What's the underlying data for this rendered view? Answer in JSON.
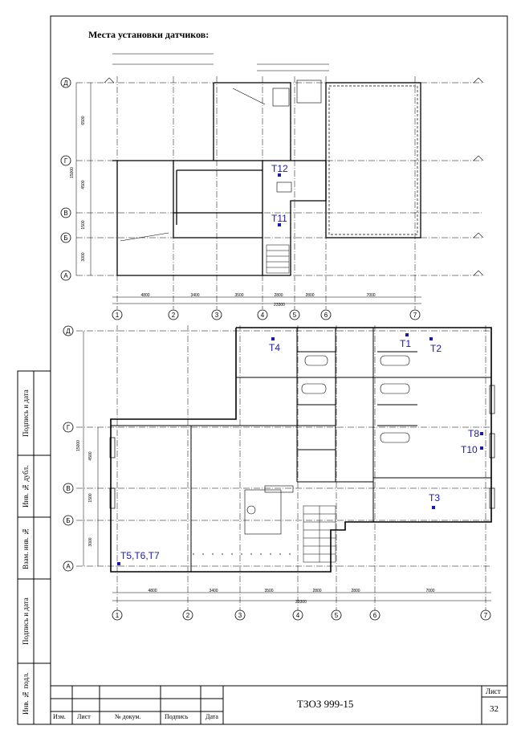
{
  "title": "Места установки датчиков:",
  "upper_plan": {
    "axes_letters": [
      "Д",
      "Г",
      "В",
      "Б",
      "А"
    ],
    "axes_numbers": [
      "1",
      "2",
      "3",
      "4",
      "5",
      "6",
      "7"
    ],
    "dims_bottom": [
      "4800",
      "3400",
      "3500",
      "2800",
      "2800",
      "7000"
    ],
    "dim_total": "23300",
    "dims_left": [
      "6500",
      "4500",
      "1500",
      "3000"
    ],
    "dim_left_total": "15000",
    "sensors": [
      {
        "label": "T12"
      },
      {
        "label": "T11"
      }
    ]
  },
  "lower_plan": {
    "axes_letters": [
      "Д",
      "Г",
      "В",
      "Б",
      "А"
    ],
    "axes_numbers": [
      "1",
      "2",
      "3",
      "4",
      "5",
      "6",
      "7"
    ],
    "dims_bottom": [
      "4800",
      "3400",
      "3500",
      "2800",
      "2800",
      "7000"
    ],
    "dim_total": "23300",
    "dims_left": [
      "4500",
      "1500",
      "3000"
    ],
    "dim_left_total": "15000",
    "sensors": [
      {
        "label": "T4"
      },
      {
        "label": "T1"
      },
      {
        "label": "T2"
      },
      {
        "label": "T8"
      },
      {
        "label": "T10"
      },
      {
        "label": "T3"
      },
      {
        "label": "T5,T6,T7"
      }
    ]
  },
  "side_stamp": [
    "Подпись и дата",
    "Инв. № дубл.",
    "Взам. инв. №",
    "Подпись и дата",
    "Инв. № подл."
  ],
  "title_block": {
    "columns": [
      "Изм.",
      "Лист",
      "№ докум.",
      "Подпись",
      "Дата"
    ],
    "code": "ТЗОЗ 999-15",
    "sheet_label": "Лист",
    "sheet_number": "32"
  },
  "colors": {
    "line": "#000000",
    "sensor": "#1a1aa8"
  }
}
